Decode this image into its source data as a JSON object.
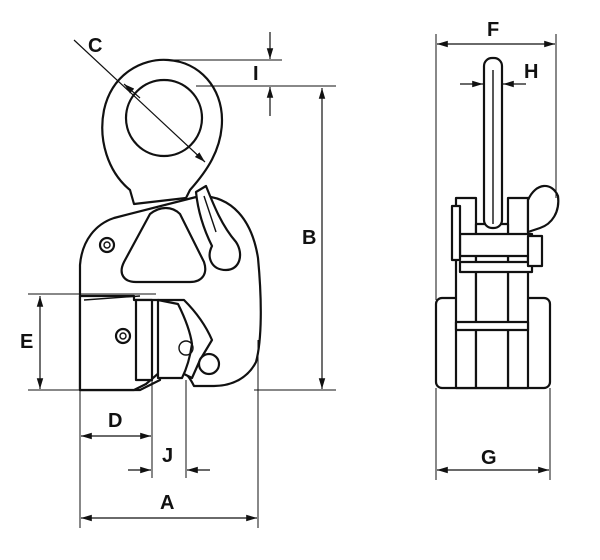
{
  "diagram": {
    "labels": {
      "a": "A",
      "b": "B",
      "c": "C",
      "d": "D",
      "e": "E",
      "f": "F",
      "g": "G",
      "h": "H",
      "i": "I",
      "j": "J"
    }
  }
}
